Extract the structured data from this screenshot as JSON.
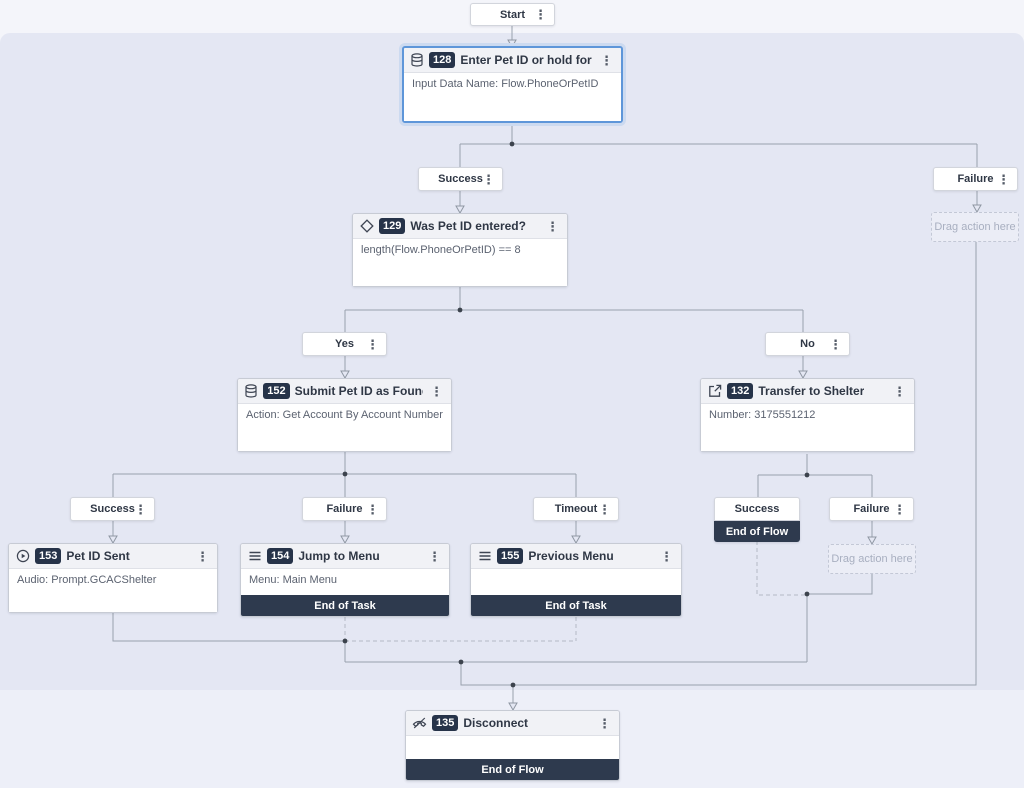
{
  "flow": {
    "start_label": "Start",
    "menu_icon_glyph": "⋮",
    "nodes": {
      "n128": {
        "id": "128",
        "title": "Enter Pet ID or hold for repres…",
        "icon": "data-action-icon",
        "body": "Input Data Name: Flow.PhoneOrPetID",
        "selected": true
      },
      "n129": {
        "id": "129",
        "title": "Was Pet ID entered?",
        "icon": "decision-icon",
        "body": "length(Flow.PhoneOrPetID) == 8"
      },
      "n152": {
        "id": "152",
        "title": "Submit Pet ID as Found",
        "icon": "data-action-icon",
        "body": "Action: Get Account By Account Number"
      },
      "n132": {
        "id": "132",
        "title": "Transfer to Shelter",
        "icon": "transfer-icon",
        "body": "Number: 3175551212"
      },
      "n153": {
        "id": "153",
        "title": "Pet ID Sent",
        "icon": "play-audio-icon",
        "body": "Audio: Prompt.GCACShelter"
      },
      "n154": {
        "id": "154",
        "title": "Jump to Menu",
        "icon": "menu-icon",
        "body": "Menu: Main Menu",
        "footer": "End of Task"
      },
      "n155": {
        "id": "155",
        "title": "Previous Menu",
        "icon": "menu-icon",
        "body": "",
        "footer": "End of Task"
      },
      "n135": {
        "id": "135",
        "title": "Disconnect",
        "icon": "disconnect-icon",
        "body": "",
        "footer": "End of Flow"
      }
    },
    "branch_labels": {
      "b128_success": "Success",
      "b128_failure": "Failure",
      "b129_yes": "Yes",
      "b129_no": "No",
      "b152_success": "Success",
      "b152_failure": "Failure",
      "b152_timeout": "Timeout",
      "b132_success": "Success",
      "b132_failure": "Failure"
    },
    "placeholders": {
      "drag_action": "Drag action here"
    },
    "terminals": {
      "end_of_flow": "End of Flow"
    }
  },
  "colors": {
    "canvas": "#e4e7f3",
    "canvas_band": "#edeff8",
    "node_dark_bar": "#2e3a4e",
    "badge": "#263349",
    "selected_border": "#5e96d9",
    "wire_solid": "#99a1ad",
    "wire_dashed": "#b4bac6"
  }
}
